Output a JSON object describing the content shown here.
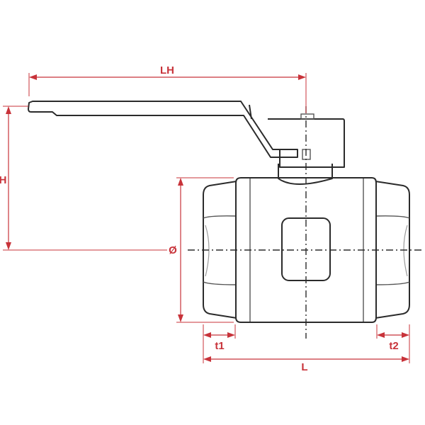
{
  "drawing": {
    "colors": {
      "dimension": "#c8333a",
      "outline": "#2b2b2b",
      "background": "#ffffff"
    },
    "dimensions": {
      "handle_length": "LH",
      "height": "H",
      "diameter": "Ø",
      "thread_left": "t1",
      "thread_right": "t2",
      "length": "L"
    }
  }
}
